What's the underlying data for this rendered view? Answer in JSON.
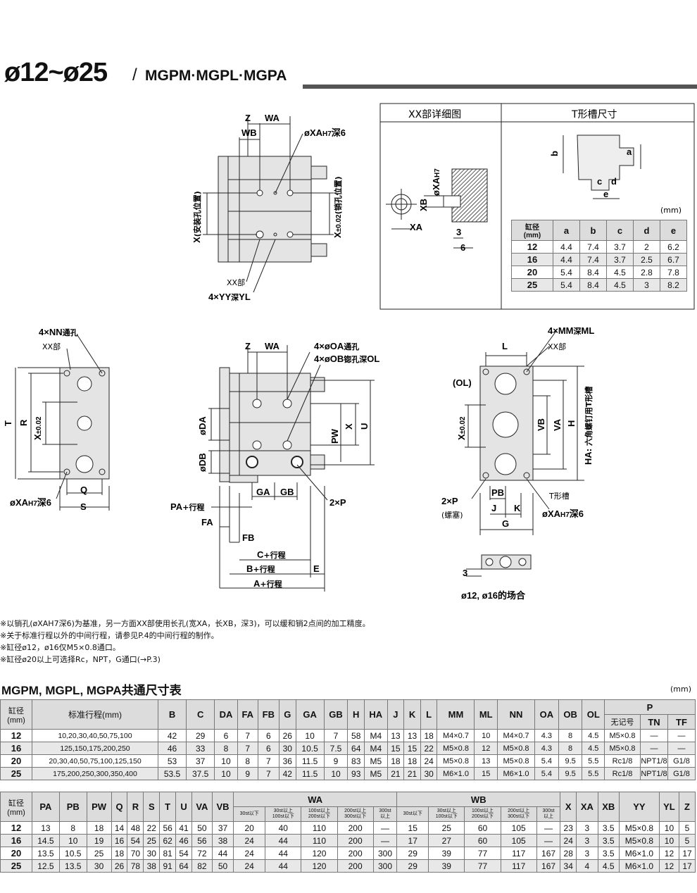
{
  "header": {
    "title": "ø12~ø25",
    "separator": "/",
    "subtitle": "MGPM·MGPL·MGPA"
  },
  "xx_detail": {
    "title": "XX部详细图",
    "labels": [
      "øXAH7",
      "XB",
      "XA",
      "3",
      "6"
    ]
  },
  "t_slot": {
    "title": "T形槽尺寸",
    "unit": "(mm)",
    "columns": [
      "缸径\n(mm)",
      "a",
      "b",
      "c",
      "d",
      "e"
    ],
    "rows": [
      [
        "12",
        "4.4",
        "7.4",
        "3.7",
        "2",
        "6.2"
      ],
      [
        "16",
        "4.4",
        "7.4",
        "3.7",
        "2.5",
        "6.7"
      ],
      [
        "20",
        "5.4",
        "8.4",
        "4.5",
        "2.8",
        "7.8"
      ],
      [
        "25",
        "5.4",
        "8.4",
        "4.5",
        "3",
        "8.2"
      ]
    ],
    "drawing_labels": [
      "b",
      "a",
      "c",
      "d",
      "e"
    ]
  },
  "top_view": {
    "labels": [
      "Z",
      "WA",
      "WB",
      "øXAH7深6",
      "X(安装孔位置)",
      "X±0.02(销孔位置)",
      "XX部",
      "4×YY深YL"
    ]
  },
  "left_view": {
    "labels": [
      "4×NN通孔",
      "XX部",
      "T",
      "R",
      "X±0.02",
      "Q",
      "S",
      "øXAH7深6"
    ]
  },
  "side_view": {
    "labels": [
      "Z",
      "WA",
      "4×øOA通孔",
      "4×øOB锪孔深OL",
      "øDA",
      "øDB",
      "PW",
      "X",
      "U",
      "GA",
      "GB",
      "2×P",
      "PA+行程",
      "FA",
      "FB",
      "C+行程",
      "B+行程",
      "E",
      "A+行程"
    ]
  },
  "right_view": {
    "labels": [
      "L",
      "4×MM深ML",
      "XX部",
      "(OL)",
      "X±0.02",
      "VB",
      "VA",
      "H",
      "HA: 六角螺钉用T形槽",
      "2×P",
      "(螺塞)",
      "PB",
      "J",
      "K",
      "G",
      "T形槽",
      "øXAH7深6",
      "ø12, ø16的场合",
      "3"
    ]
  },
  "notes": [
    "※以销孔(øXAH7深6)为基准，另一方面XX部使用长孔(宽XA，长XB，深3)，可以缓和销2点间的加工精度。",
    "※关于标准行程以外的中间行程，请参见P.4的中间行程的制作。",
    "※缸径ø12，ø16仅M5×0.8通口。",
    "※缸径ø20以上可选择Rc，NPT，G通口(→P.3)"
  ],
  "table1": {
    "title": "MGPM, MGPL, MGPA共通尺寸表",
    "unit": "(mm)",
    "col_bore": "缸径\n(mm)",
    "col_stroke": "标准行程(mm)",
    "cols": [
      "B",
      "C",
      "DA",
      "FA",
      "FB",
      "G",
      "GA",
      "GB",
      "H",
      "HA",
      "J",
      "K",
      "L",
      "MM",
      "ML",
      "NN",
      "OA",
      "OB",
      "OL"
    ],
    "p_header": "P",
    "p_sub": [
      "无记号",
      "TN",
      "TF"
    ],
    "rows": [
      [
        "12",
        "10,20,30,40,50,75,100",
        "42",
        "29",
        "6",
        "7",
        "6",
        "26",
        "10",
        "7",
        "58",
        "M4",
        "13",
        "13",
        "18",
        "M4×0.7",
        "10",
        "M4×0.7",
        "4.3",
        "8",
        "4.5",
        "M5×0.8",
        "—",
        "—"
      ],
      [
        "16",
        "125,150,175,200,250",
        "46",
        "33",
        "8",
        "7",
        "6",
        "30",
        "10.5",
        "7.5",
        "64",
        "M4",
        "15",
        "15",
        "22",
        "M5×0.8",
        "12",
        "M5×0.8",
        "4.3",
        "8",
        "4.5",
        "M5×0.8",
        "—",
        "—"
      ],
      [
        "20",
        "20,30,40,50,75,100,125,150",
        "53",
        "37",
        "10",
        "8",
        "7",
        "36",
        "11.5",
        "9",
        "83",
        "M5",
        "18",
        "18",
        "24",
        "M5×0.8",
        "13",
        "M5×0.8",
        "5.4",
        "9.5",
        "5.5",
        "Rc1/8",
        "NPT1/8",
        "G1/8"
      ],
      [
        "25",
        "175,200,250,300,350,400",
        "53.5",
        "37.5",
        "10",
        "9",
        "7",
        "42",
        "11.5",
        "10",
        "93",
        "M5",
        "21",
        "21",
        "30",
        "M6×1.0",
        "15",
        "M6×1.0",
        "5.4",
        "9.5",
        "5.5",
        "Rc1/8",
        "NPT1/8",
        "G1/8"
      ]
    ]
  },
  "table2": {
    "col_bore": "缸径\n(mm)",
    "cols": [
      "PA",
      "PB",
      "PW",
      "Q",
      "R",
      "S",
      "T",
      "U",
      "VA",
      "VB"
    ],
    "wa": "WA",
    "wb": "WB",
    "wa_sub": [
      "30st以下",
      "30st以上\n100st以下",
      "100st以上\n200st以下",
      "200st以上\n300st以下",
      "300st\n以上"
    ],
    "wb_sub": [
      "30st以下",
      "30st以上\n100st以下",
      "100st以上\n200st以下",
      "200st以上\n300st以下",
      "300st\n以上"
    ],
    "cols_end": [
      "X",
      "XA",
      "XB",
      "YY",
      "YL",
      "Z"
    ],
    "rows": [
      [
        "12",
        "13",
        "8",
        "18",
        "14",
        "48",
        "22",
        "56",
        "41",
        "50",
        "37",
        "20",
        "40",
        "110",
        "200",
        "—",
        "15",
        "25",
        "60",
        "105",
        "—",
        "23",
        "3",
        "3.5",
        "M5×0.8",
        "10",
        "5"
      ],
      [
        "16",
        "14.5",
        "10",
        "19",
        "16",
        "54",
        "25",
        "62",
        "46",
        "56",
        "38",
        "24",
        "44",
        "110",
        "200",
        "—",
        "17",
        "27",
        "60",
        "105",
        "—",
        "24",
        "3",
        "3.5",
        "M5×0.8",
        "10",
        "5"
      ],
      [
        "20",
        "13.5",
        "10.5",
        "25",
        "18",
        "70",
        "30",
        "81",
        "54",
        "72",
        "44",
        "24",
        "44",
        "120",
        "200",
        "300",
        "29",
        "39",
        "77",
        "117",
        "167",
        "28",
        "3",
        "3.5",
        "M6×1.0",
        "12",
        "17"
      ],
      [
        "25",
        "12.5",
        "13.5",
        "30",
        "26",
        "78",
        "38",
        "91",
        "64",
        "82",
        "50",
        "24",
        "44",
        "120",
        "200",
        "300",
        "29",
        "39",
        "77",
        "117",
        "167",
        "34",
        "4",
        "4.5",
        "M6×1.0",
        "12",
        "17"
      ]
    ]
  }
}
